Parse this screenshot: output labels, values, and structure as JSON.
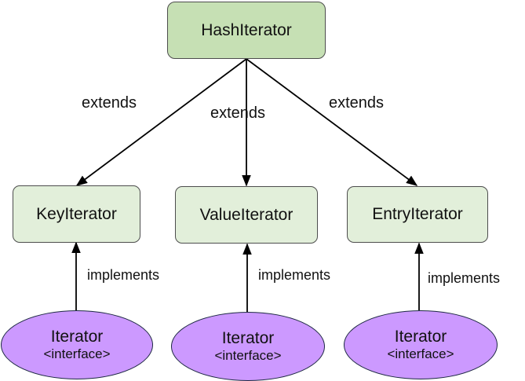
{
  "nodes": {
    "hash": {
      "label": "HashIterator"
    },
    "key": {
      "label": "KeyIterator"
    },
    "value": {
      "label": "ValueIterator"
    },
    "entry": {
      "label": "EntryIterator"
    },
    "iface1": {
      "label": "Iterator",
      "sub": "<interface>"
    },
    "iface2": {
      "label": "Iterator",
      "sub": "<interface>"
    },
    "iface3": {
      "label": "Iterator",
      "sub": "<interface>"
    }
  },
  "edges": {
    "extends_key": "extends",
    "extends_value": "extends",
    "extends_entry": "extends",
    "implements_key": "implements",
    "implements_value": "implements",
    "implements_entry": "implements"
  },
  "colors": {
    "parent_fill": "#c6e0b4",
    "child_fill": "#e2efda",
    "interface_fill": "#cc99ff",
    "line": "#000000"
  }
}
